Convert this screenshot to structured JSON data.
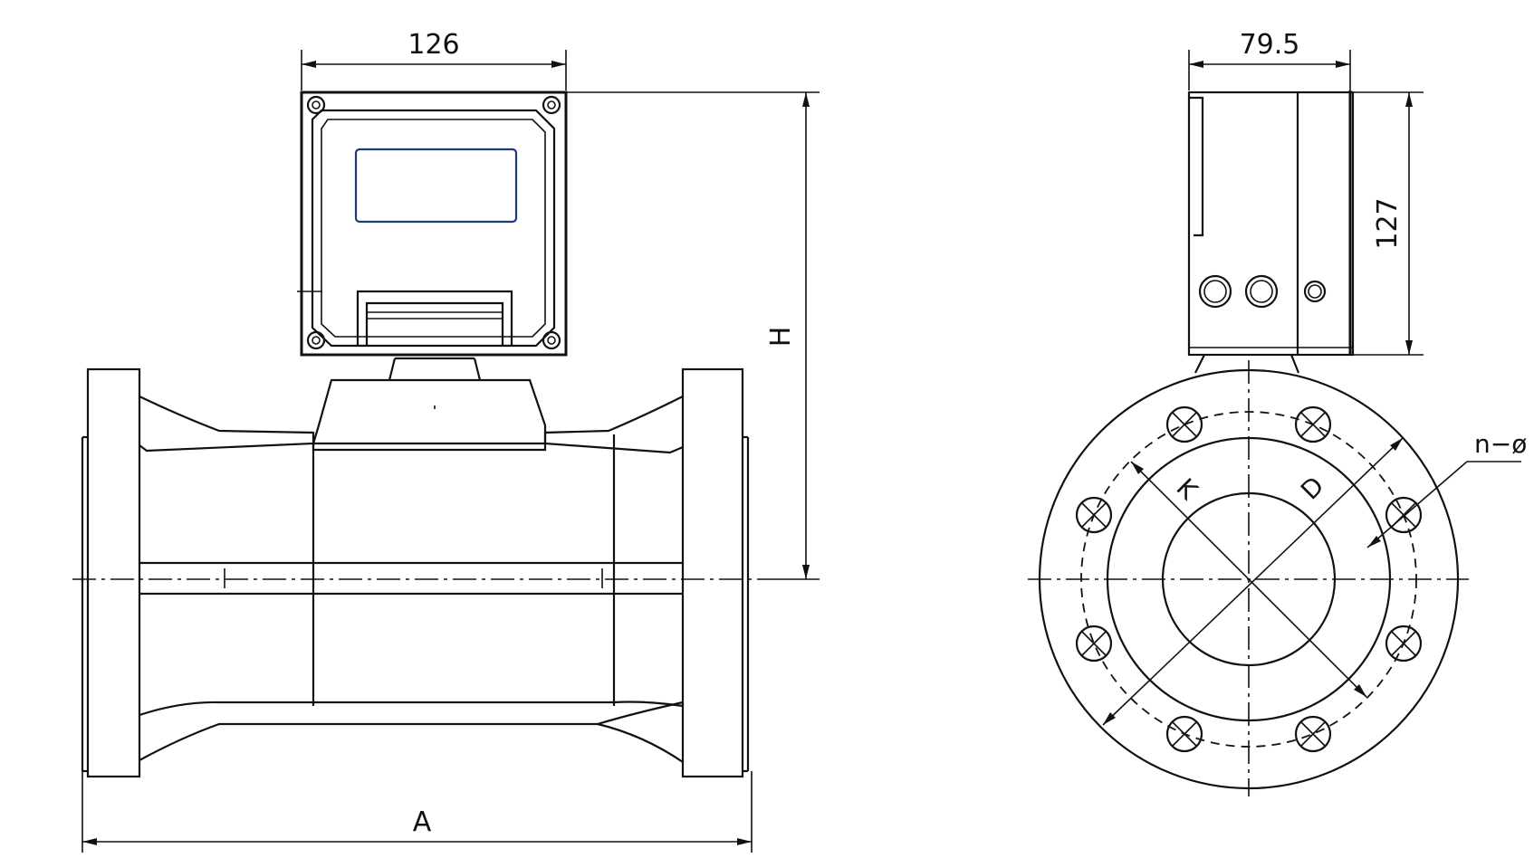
{
  "drawing": {
    "labels": {
      "width_top": "126",
      "height_overall": "H",
      "length_overall": "A",
      "width_side": "79.5",
      "height_side": "127",
      "bolt_circle": "K",
      "seal_diameter": "D",
      "bolt_holes": "n−ø"
    }
  }
}
